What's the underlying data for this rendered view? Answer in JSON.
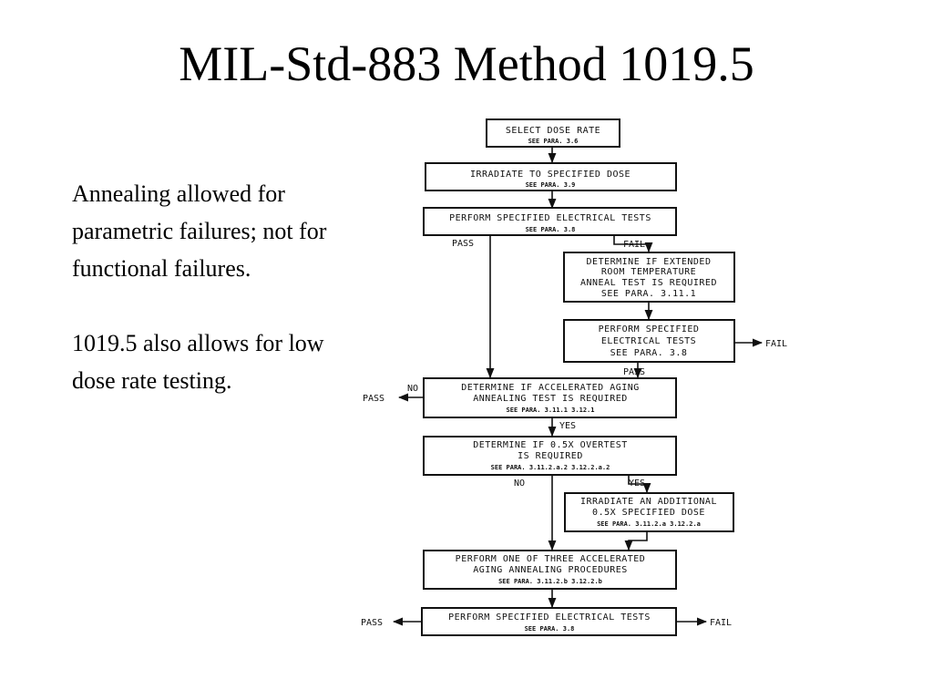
{
  "slide": {
    "title": "MIL-Std-883 Method 1019.5",
    "notes": [
      "Annealing allowed for parametric failures; not for functional failures.",
      "1019.5 also allows for low dose rate testing."
    ]
  },
  "flowchart": {
    "steps": {
      "select_dose_rate": {
        "line1": "SELECT DOSE RATE",
        "ref": "SEE PARA. 3.6"
      },
      "irradiate": {
        "line1": "IRRADIATE TO SPECIFIED DOSE",
        "ref": "SEE PARA. 3.9"
      },
      "electrical_tests_1": {
        "line1": "PERFORM SPECIFIED ELECTRICAL TESTS",
        "ref": "SEE PARA. 3.8"
      },
      "extended_anneal": {
        "line1": "DETERMINE IF EXTENDED",
        "line2": "ROOM TEMPERATURE",
        "line3": "ANNEAL TEST IS REQUIRED",
        "line4": "SEE PARA. 3.11.1"
      },
      "electrical_tests_2": {
        "line1": "PERFORM SPECIFIED",
        "line2": "ELECTRICAL TESTS",
        "line3": "SEE PARA. 3.8"
      },
      "accelerated_aging": {
        "line1": "DETERMINE IF ACCELERATED AGING",
        "line2": "ANNEALING TEST IS REQUIRED",
        "ref": "SEE PARA. 3.11.1 3.12.1"
      },
      "overtest": {
        "line1": "DETERMINE IF 0.5X OVERTEST",
        "line2": "IS REQUIRED",
        "ref": "SEE PARA. 3.11.2.a.2 3.12.2.a.2"
      },
      "irradiate_additional": {
        "line1": "IRRADIATE AN ADDITIONAL",
        "line2": "0.5X SPECIFIED DOSE",
        "ref": "SEE PARA. 3.11.2.a 3.12.2.a"
      },
      "aging_procedures": {
        "line1": "PERFORM ONE OF THREE ACCELERATED",
        "line2": "AGING ANNEALING PROCEDURES",
        "ref": "SEE PARA. 3.11.2.b 3.12.2.b"
      },
      "electrical_tests_final": {
        "line1": "PERFORM SPECIFIED ELECTRICAL TESTS",
        "ref": "SEE PARA. 3.8"
      }
    },
    "labels": {
      "pass": "PASS",
      "fail": "FAIL",
      "yes": "YES",
      "no": "NO"
    }
  }
}
